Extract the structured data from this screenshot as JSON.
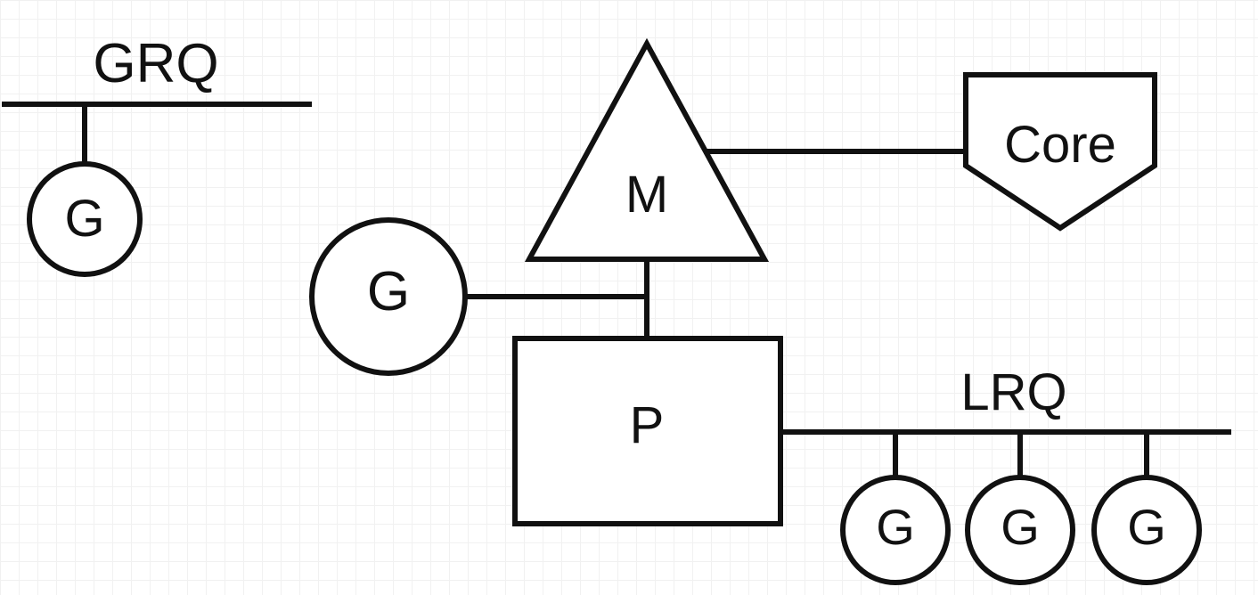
{
  "labels": {
    "grq": "GRQ",
    "lrq": "LRQ",
    "m": "M",
    "p": "P",
    "core": "Core",
    "g": "G"
  },
  "colors": {
    "stroke": "#111111",
    "background": "#ffffff",
    "grid": "#f1f1f1"
  }
}
